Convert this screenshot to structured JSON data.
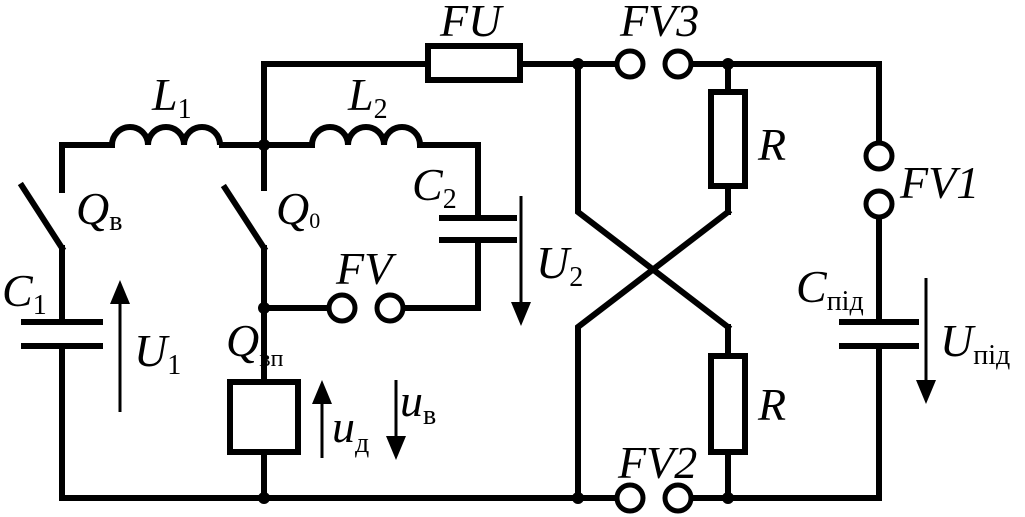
{
  "labels": {
    "FU": "FU",
    "FV3": "FV3",
    "FV2": "FV2",
    "FV1": "FV1",
    "FV": "FV",
    "L": "L",
    "L1_sub": "1",
    "L2_sub": "2",
    "Q": "Q",
    "Qv_sub": "в",
    "Q0_sub": "0",
    "Qvp_sub": "вп",
    "C": "C",
    "C1_sub": "1",
    "C2_sub": "2",
    "Cpid_sub": "під",
    "U": "U",
    "U1_sub": "1",
    "U2_sub": "2",
    "Upid_sub": "під",
    "u": "u",
    "ud_sub": "д",
    "uv_sub": "в",
    "R_upper": "R",
    "R_lower": "R"
  }
}
